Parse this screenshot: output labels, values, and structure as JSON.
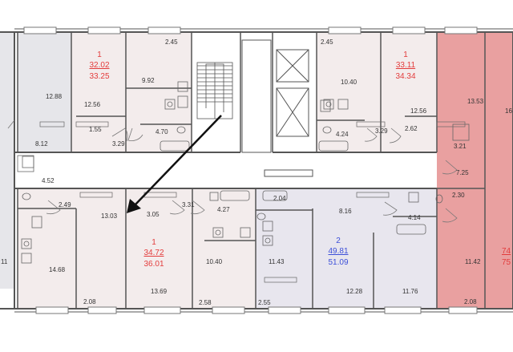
{
  "colors": {
    "wall": "#555555",
    "bg": "#ffffff",
    "studio_fill": "#f3ecec",
    "two_room_fill": "#e8e6ee",
    "highlight_fill": "#e9a0a0",
    "side_fill": "#e6e6ea",
    "area_red": "#e33c3c",
    "area_blue": "#3c4fd8"
  },
  "units": [
    {
      "id": "top-left-1",
      "rooms": "1",
      "living": "32.02",
      "total": "33.25"
    },
    {
      "id": "top-right-1",
      "rooms": "1",
      "living": "33.11",
      "total": "34.34"
    },
    {
      "id": "bottom-left-1",
      "rooms": "1",
      "living": "34.72",
      "total": "36.01"
    },
    {
      "id": "bottom-2",
      "rooms": "2",
      "living": "49.81",
      "total": "51.09"
    },
    {
      "id": "right-partial",
      "rooms": "",
      "living": "74",
      "total": "75"
    }
  ],
  "areas": {
    "a1": "12.88",
    "a2": "8.12",
    "a3": "2.45",
    "a4": "9.92",
    "a5": "12.56",
    "a6": "1.55",
    "a7": "3.29",
    "a8": "4.70",
    "a9": "2.45",
    "a10": "10.40",
    "a11": "4.24",
    "a12": "12.56",
    "a13": "3.29",
    "a14": "2.62",
    "a15": "13.53",
    "a16": "16",
    "a17": "3.21",
    "a18": "7.25",
    "a19": "2.30",
    "a20": "4.52",
    "a21": "2.49",
    "a22": "13.03",
    "a23": "3.05",
    "a24": "3.31",
    "a25": "4.27",
    "a26": "2.04",
    "a27": "8.16",
    "a28": "4.14",
    "a29": "11",
    "a30": "14.68",
    "a31": "2.08",
    "a32": "13.69",
    "a33": "10.40",
    "a34": "2.58",
    "a35": "11.43",
    "a36": "2.55",
    "a37": "12.28",
    "a38": "11.76",
    "a39": "11.42",
    "a40": "2.08"
  },
  "icons": [
    "arrow-pointer-icon",
    "staircase-icon",
    "elevator-icon",
    "bathtub-icon",
    "washbasin-icon",
    "toilet-icon",
    "stove-icon",
    "sink-icon",
    "shower-icon",
    "door-swing-icon"
  ]
}
